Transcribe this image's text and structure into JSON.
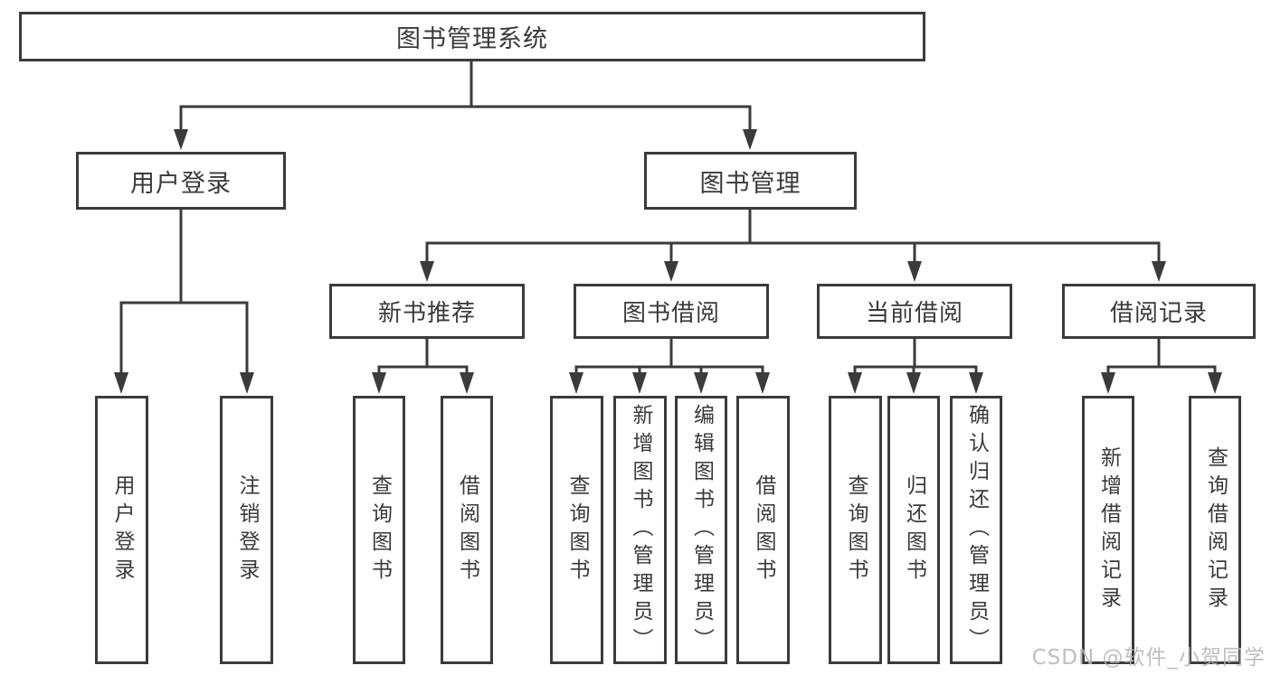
{
  "diagram": {
    "nodes": {
      "root": {
        "label": "图书管理系统"
      },
      "user_login": {
        "label": "用户登录",
        "children": [
          "用户登录",
          "注销登录"
        ]
      },
      "book_management": {
        "label": "图书管理",
        "sections": [
          {
            "label": "新书推荐",
            "children": [
              "查询图书",
              "借阅图书"
            ]
          },
          {
            "label": "图书借阅",
            "children": [
              "查询图书",
              "新增图书（管理员）",
              "编辑图书（管理员）",
              "借阅图书"
            ]
          },
          {
            "label": "当前借阅",
            "children": [
              "查询图书",
              "归还图书",
              "确认归还（管理员）"
            ]
          },
          {
            "label": "借阅记录",
            "children": [
              "新增借阅记录",
              "查询借阅记录"
            ]
          }
        ]
      }
    },
    "colors": {
      "line": "#3b3b3b",
      "text": "#3a3a3a",
      "background": "#ffffff",
      "watermark_text": "#b4b4b4"
    }
  },
  "watermark": "CSDN @软件_小贺同学"
}
